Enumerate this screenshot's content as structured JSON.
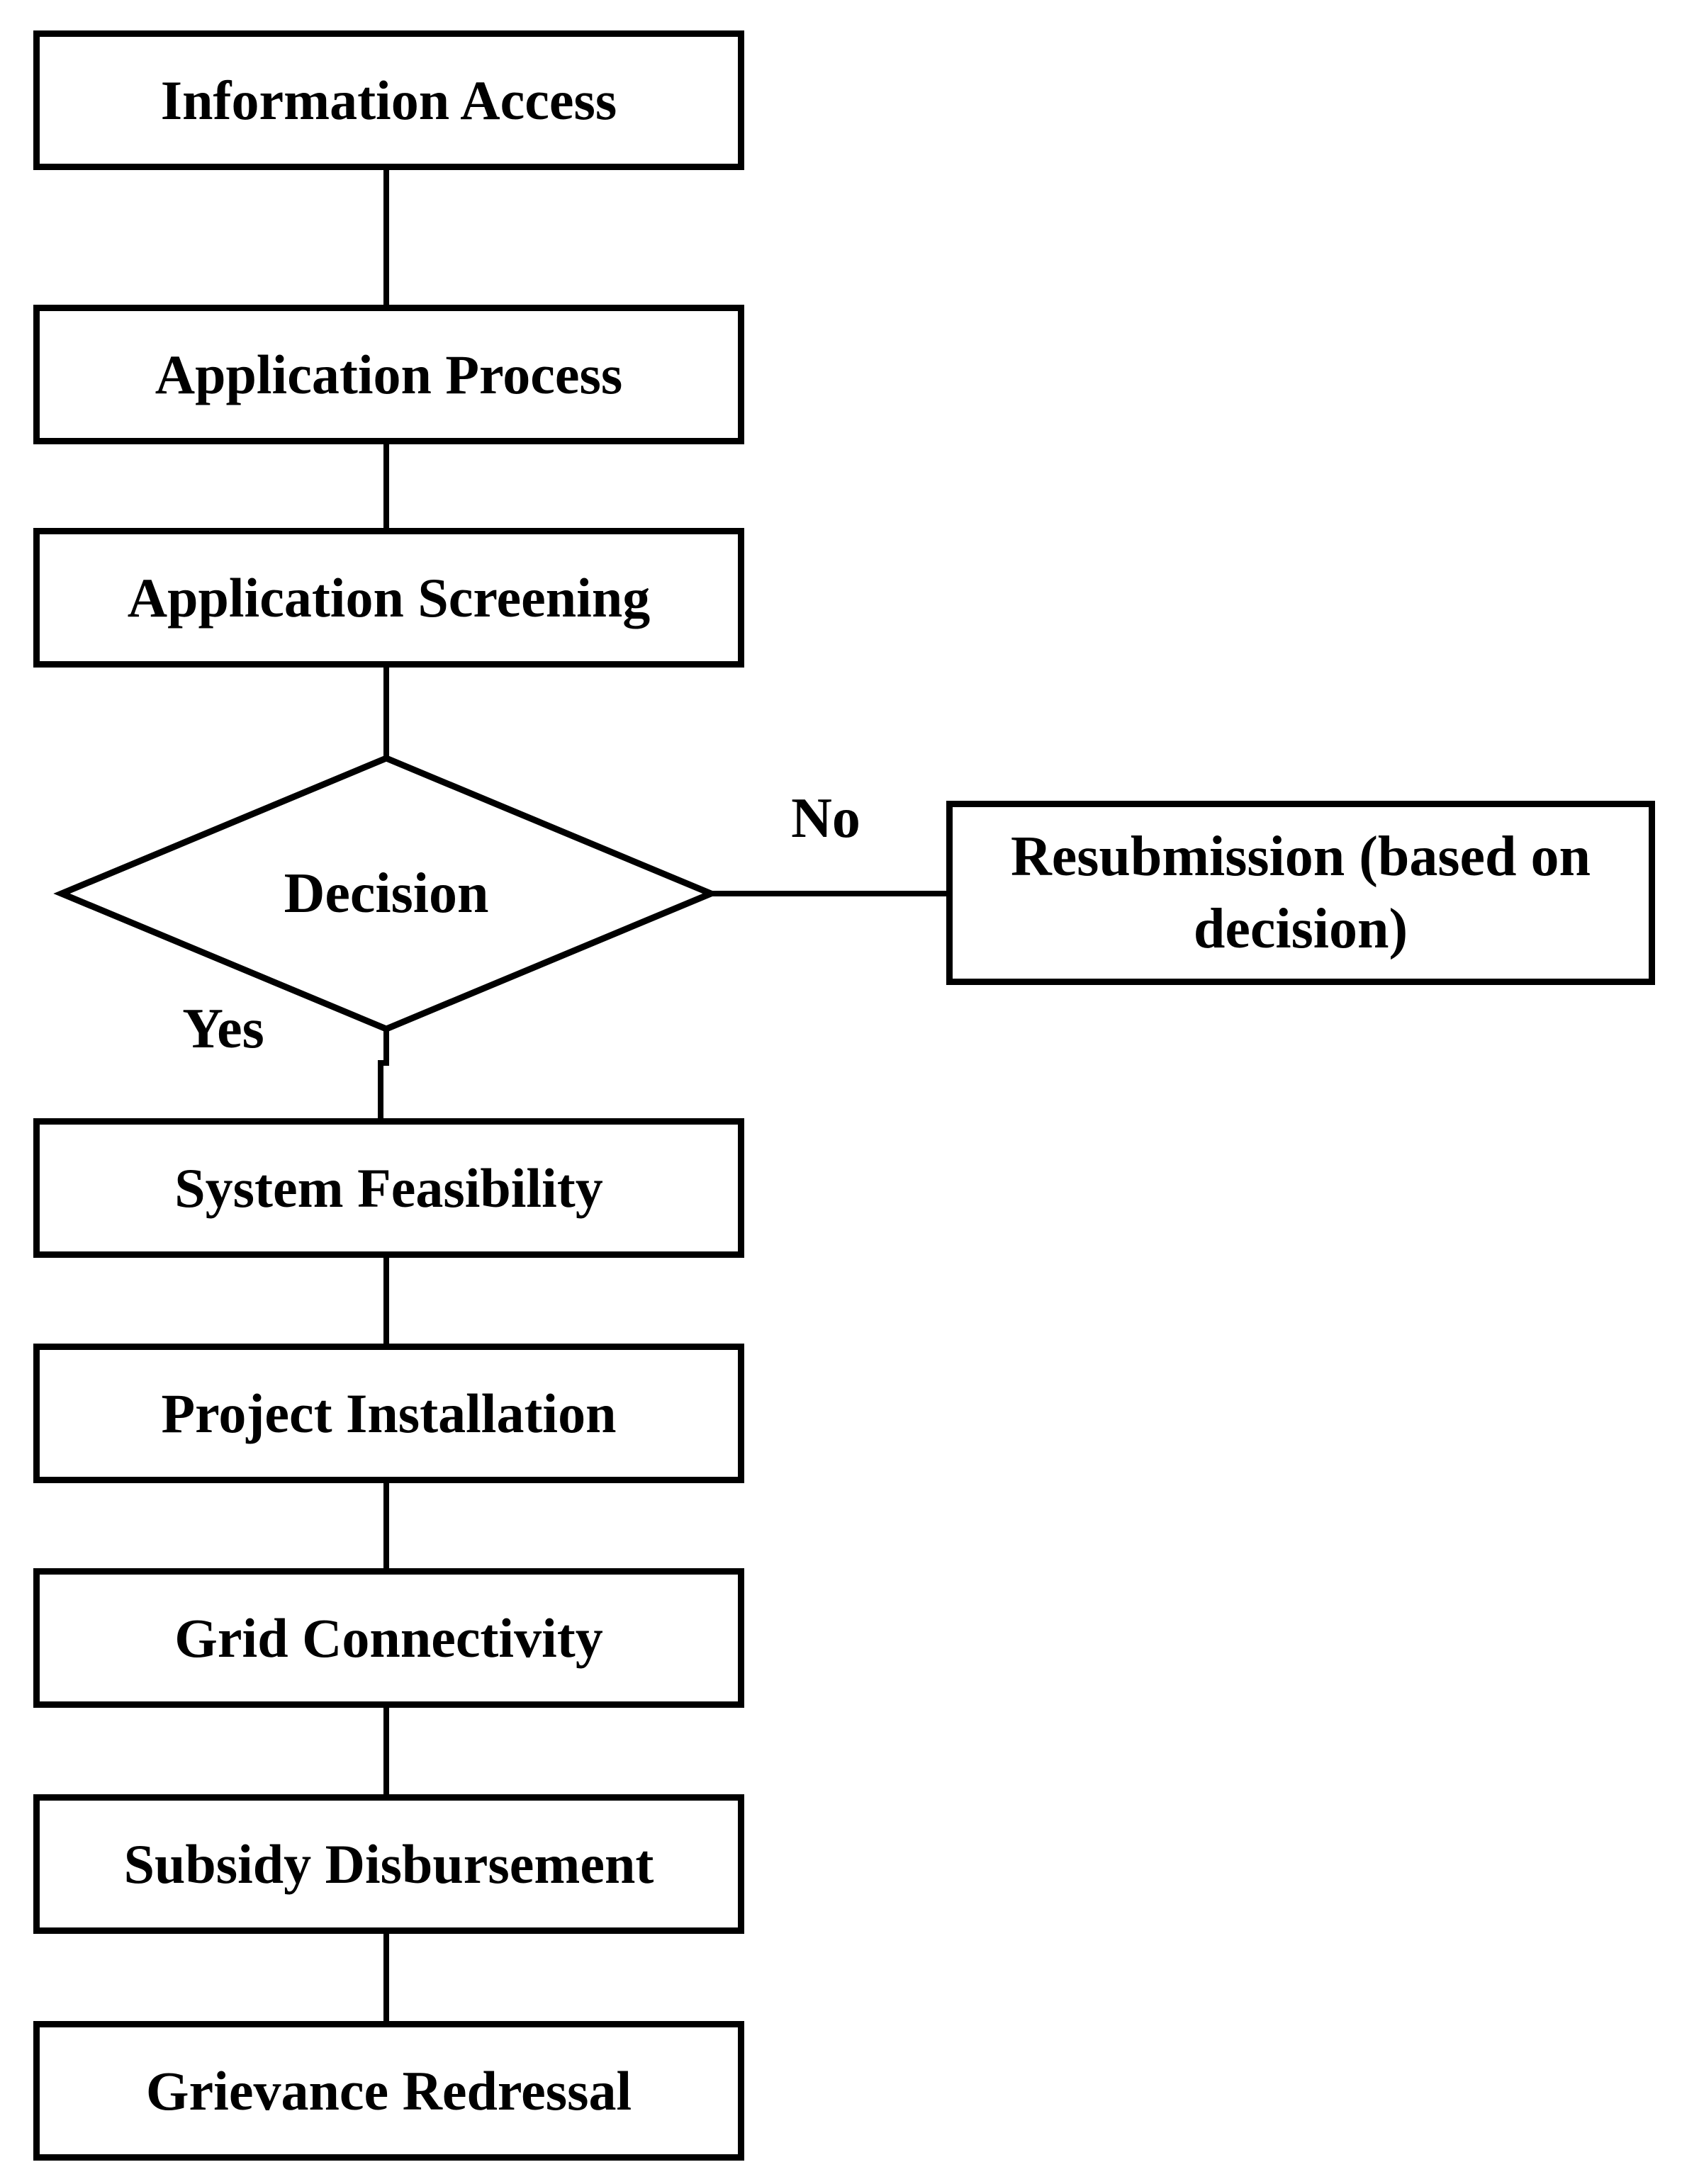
{
  "diagram": {
    "title": "Rooftop solar subsidy process flowchart",
    "type": "flowchart",
    "colors": {
      "line": "#000000",
      "node_background": "#ffffff",
      "text": "#000000"
    },
    "nodes": [
      {
        "id": "information-access",
        "shape": "rect",
        "label": "Information Access"
      },
      {
        "id": "application-process",
        "shape": "rect",
        "label": "Application Process"
      },
      {
        "id": "application-screening",
        "shape": "rect",
        "label": "Application Screening"
      },
      {
        "id": "decision",
        "shape": "diamond",
        "label": "Decision"
      },
      {
        "id": "resubmission",
        "shape": "rect",
        "label": "Resubmission (based on decision)"
      },
      {
        "id": "system-feasibility",
        "shape": "rect",
        "label": "System Feasibility"
      },
      {
        "id": "project-installation",
        "shape": "rect",
        "label": "Project Installation"
      },
      {
        "id": "grid-connectivity",
        "shape": "rect",
        "label": "Grid Connectivity"
      },
      {
        "id": "subsidy-disbursement",
        "shape": "rect",
        "label": "Subsidy Disbursement"
      },
      {
        "id": "grievance-redressal",
        "shape": "rect",
        "label": "Grievance Redressal"
      }
    ],
    "edges": [
      {
        "from": "information-access",
        "to": "application-process"
      },
      {
        "from": "application-process",
        "to": "application-screening"
      },
      {
        "from": "application-screening",
        "to": "decision"
      },
      {
        "from": "decision",
        "to": "resubmission",
        "label": "No"
      },
      {
        "from": "decision",
        "to": "system-feasibility",
        "label": "Yes"
      },
      {
        "from": "system-feasibility",
        "to": "project-installation"
      },
      {
        "from": "project-installation",
        "to": "grid-connectivity"
      },
      {
        "from": "grid-connectivity",
        "to": "subsidy-disbursement"
      },
      {
        "from": "subsidy-disbursement",
        "to": "grievance-redressal"
      }
    ],
    "edge_labels": {
      "yes": "Yes",
      "no": "No"
    }
  }
}
